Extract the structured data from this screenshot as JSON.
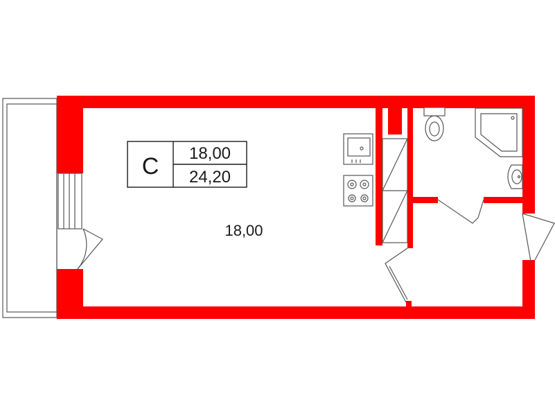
{
  "legend": {
    "room_code": "С",
    "living_area": "18,00",
    "total_area": "24,20"
  },
  "rooms": [
    {
      "label": "18,00"
    }
  ],
  "colors": {
    "wall": "#ff0000",
    "line": "#555555",
    "text": "#1a1a1a"
  }
}
